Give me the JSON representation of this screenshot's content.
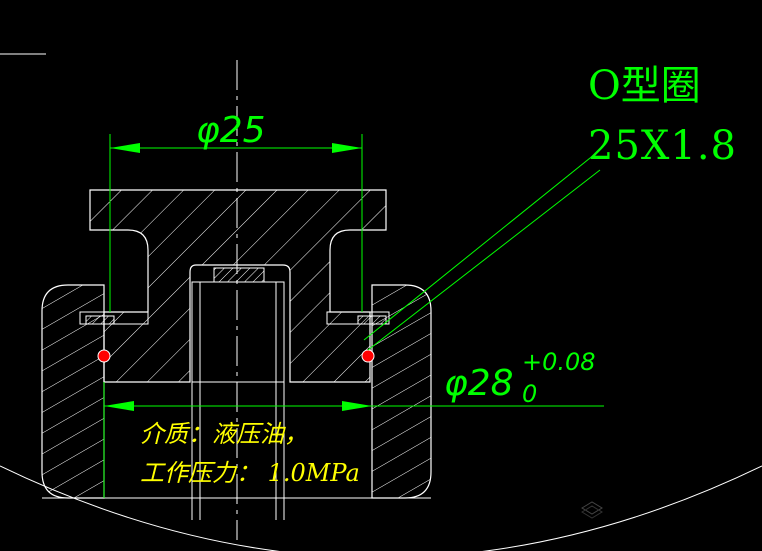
{
  "dimensions": {
    "d25": "φ25",
    "d28_base": "φ28",
    "d28_upper": "+0.08",
    "d28_lower": "0"
  },
  "oring": {
    "title": "O型圈",
    "size": "25X1.8"
  },
  "notes": {
    "medium": "介质：液压油，",
    "pressure": "工作压力： 1.0MPa"
  },
  "colors": {
    "background": "#000000",
    "outline": "#ffffff",
    "dimension": "#00ff00",
    "notes": "#ffff00",
    "centerline": "#ffffff",
    "oring_fill": "#ff0000"
  }
}
